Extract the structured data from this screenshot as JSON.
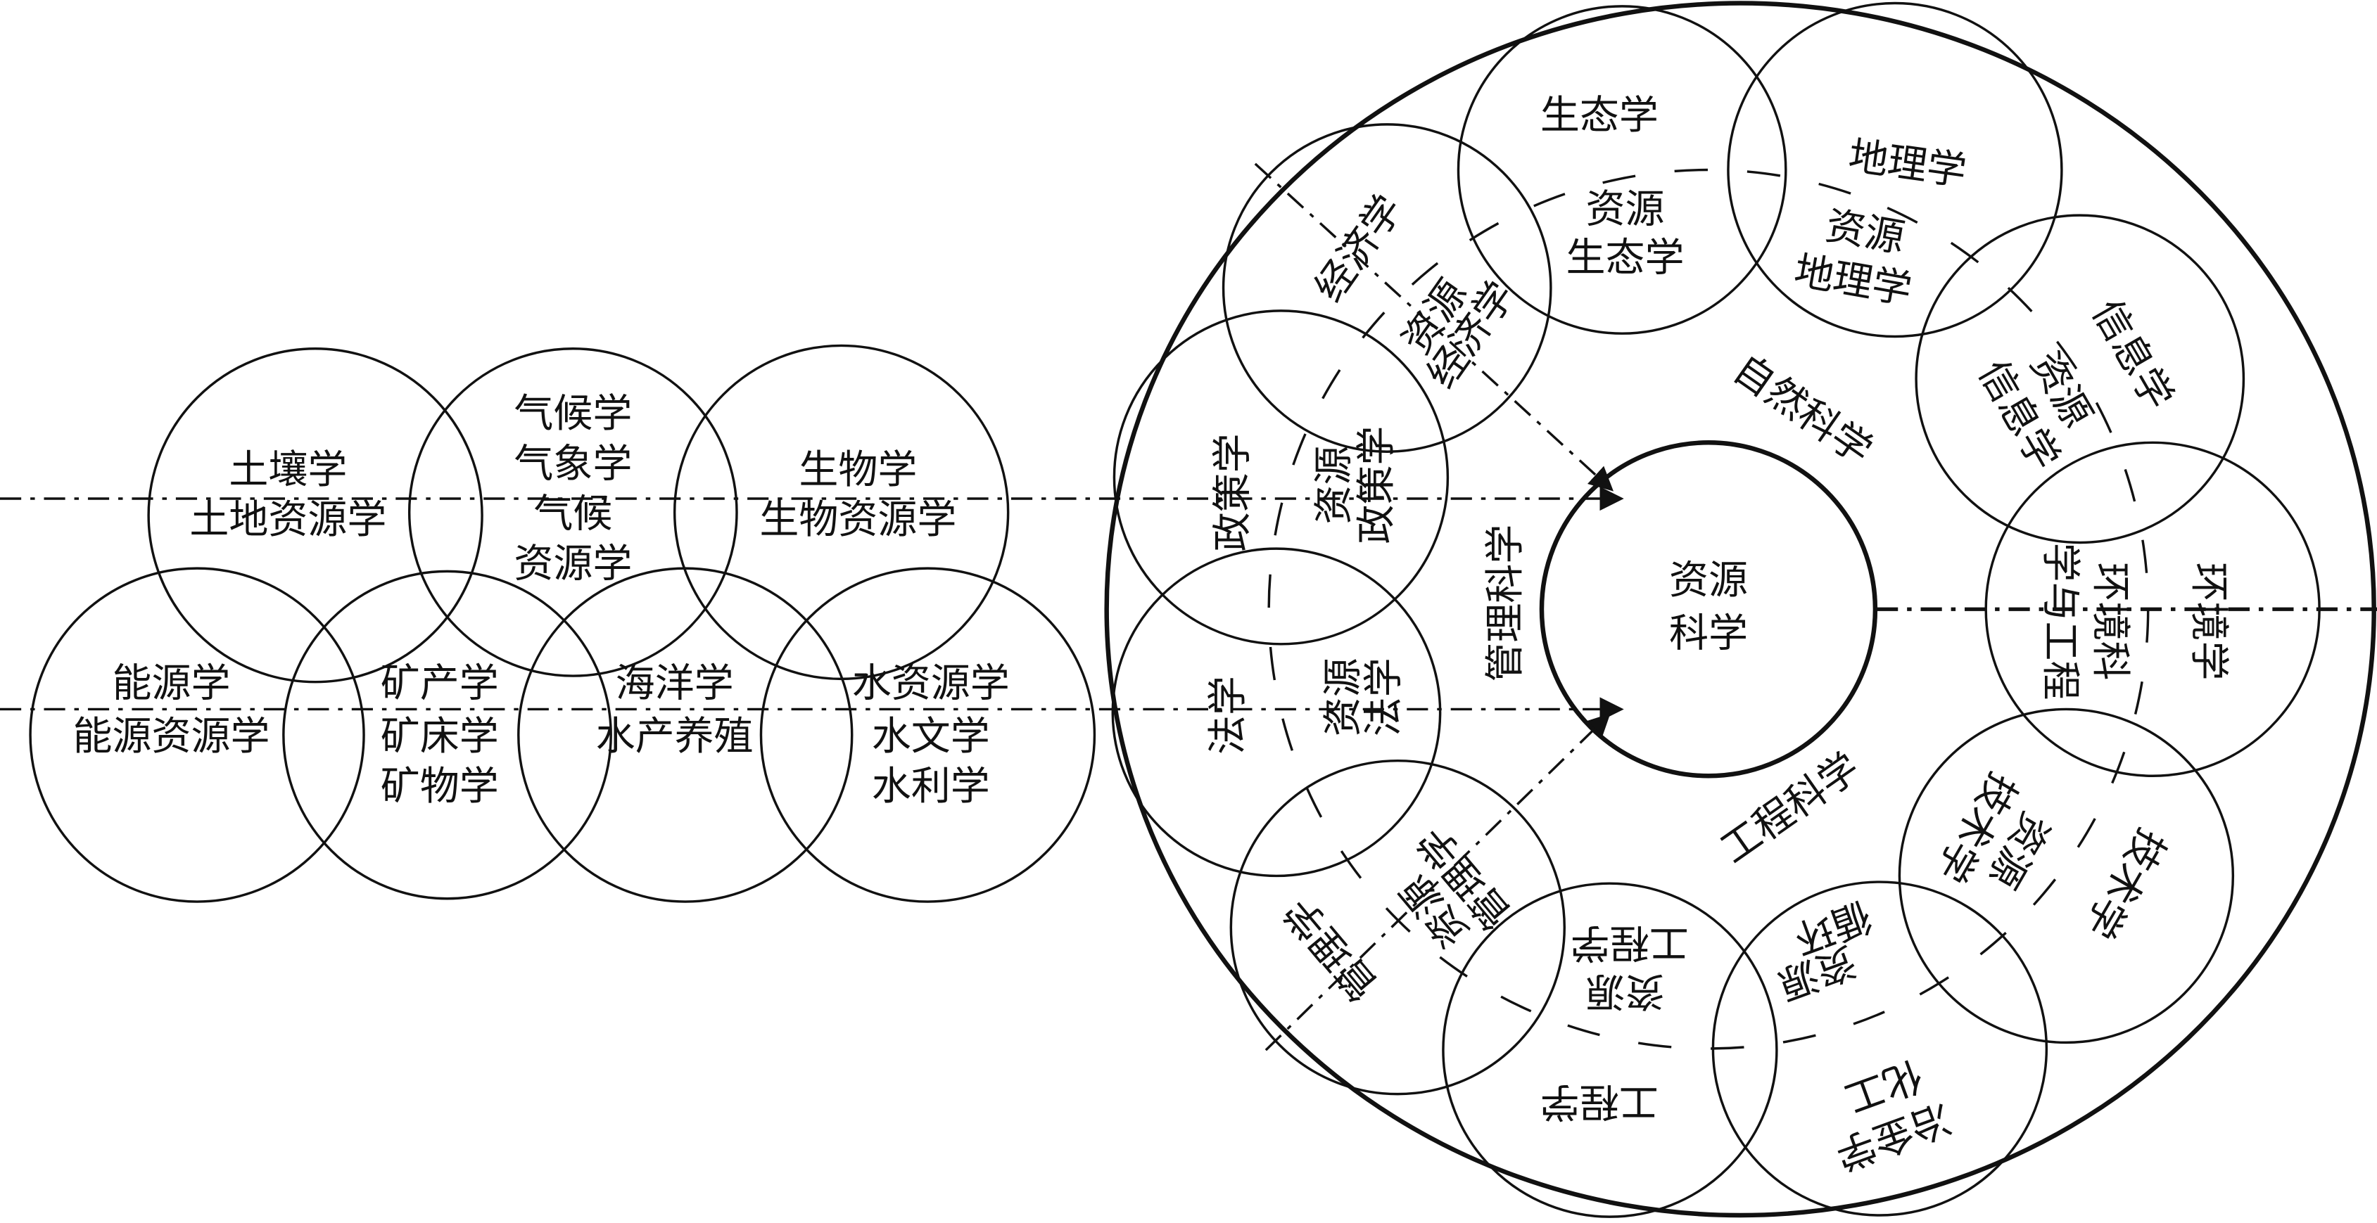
{
  "left_circles": [
    {
      "lines": [
        "土壤学",
        "土地资源学"
      ]
    },
    {
      "lines": [
        "气候学",
        "气象学",
        "气候",
        "资源学"
      ]
    },
    {
      "lines": [
        "生物学",
        "生物资源学"
      ]
    },
    {
      "lines": [
        "能源学",
        "能源资源学"
      ]
    },
    {
      "lines": [
        "矿产学",
        "矿床学",
        "矿物学"
      ]
    },
    {
      "lines": [
        "海洋学",
        "水产养殖"
      ]
    },
    {
      "lines": [
        "水资源学",
        "水文学",
        "水利学"
      ]
    }
  ],
  "center": {
    "lines": [
      "资源",
      "科学"
    ]
  },
  "regions": {
    "natural": "自然科学",
    "management": "管理科学",
    "engineering": "工程科学"
  },
  "ring": [
    {
      "outer": [
        "生态学"
      ],
      "inner": [
        "资源",
        "生态学"
      ]
    },
    {
      "outer": [
        "地理学"
      ],
      "inner": [
        "资源",
        "地理学"
      ]
    },
    {
      "outer": [
        "信息学"
      ],
      "inner": [
        "资源",
        "信息学"
      ]
    },
    {
      "outer": [
        "环境学"
      ],
      "inner": [
        "环境科",
        "学与工程"
      ]
    },
    {
      "outer": [
        "技术学"
      ],
      "inner": [
        "资源",
        "技术学"
      ]
    },
    {
      "outer": [
        "冶金学",
        "化工"
      ],
      "inner": [
        "资源",
        "循环"
      ]
    },
    {
      "outer": [
        "工程学"
      ],
      "inner": [
        "资源",
        "工程学"
      ]
    },
    {
      "outer": [
        "管理学"
      ],
      "inner": [
        "资源",
        "管理学"
      ]
    },
    {
      "outer": [
        "法学"
      ],
      "inner": [
        "资源",
        "法学"
      ]
    },
    {
      "outer": [
        "政策学"
      ],
      "inner": [
        "资源",
        "政策学"
      ]
    },
    {
      "outer": [
        "经济学"
      ],
      "inner": [
        "资源",
        "经济学"
      ]
    }
  ]
}
